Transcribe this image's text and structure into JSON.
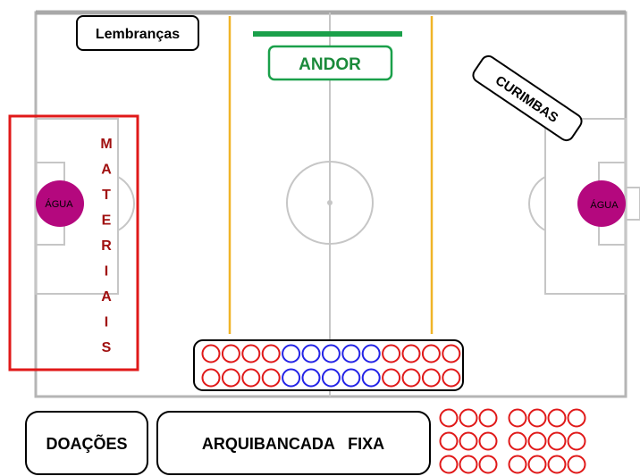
{
  "labels": {
    "lembrancas": "Lembranças",
    "andor": "ANDOR",
    "curimbas": "CURIMBAS",
    "agua_left": "ÁGUA",
    "agua_right": "ÁGUA",
    "doacoes": "DOAÇÕES",
    "arquibancada": "ARQUIBANCADA   FIXA"
  },
  "materiais_letters": [
    "M",
    "A",
    "T",
    "E",
    "R",
    "I",
    "A",
    "I",
    "S"
  ],
  "seat_rows": [
    [
      "red",
      "red",
      "red",
      "red",
      "blue",
      "blue",
      "blue",
      "blue",
      "blue",
      "red",
      "red",
      "red",
      "red"
    ],
    [
      "red",
      "red",
      "red",
      "red",
      "blue",
      "blue",
      "blue",
      "blue",
      "blue",
      "red",
      "red",
      "red",
      "red"
    ]
  ],
  "right_seat_groups": [
    {
      "group": "left",
      "rows": 3,
      "cols": 3
    },
    {
      "group": "right",
      "rows": 3,
      "cols": 4
    }
  ],
  "colors": {
    "field_line": "#c8c8c8",
    "field_border": "#b0b0b0",
    "yellow_line": "#f0b428",
    "green": "#1aa04a",
    "red": "#e01919",
    "blue": "#2323e6",
    "magenta": "#b4087e",
    "materiais_text": "#a01010"
  }
}
